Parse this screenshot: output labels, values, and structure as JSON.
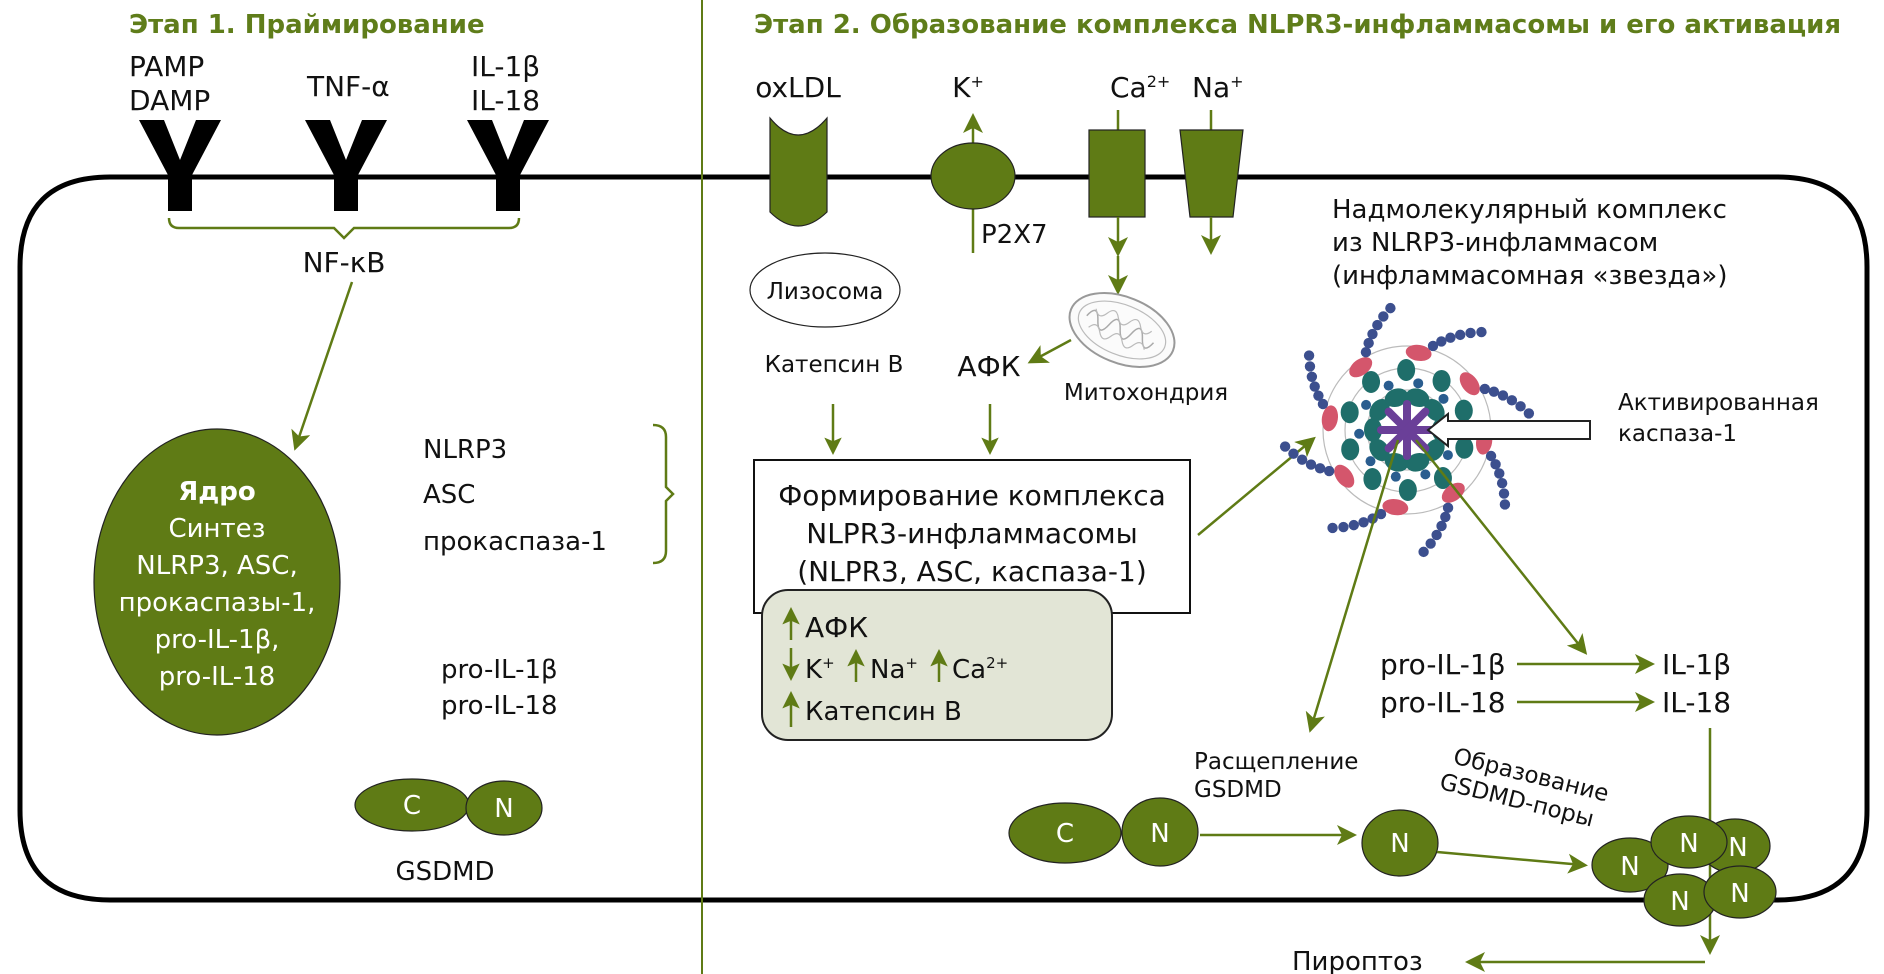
{
  "stage1": {
    "title": "Этап 1. Праймирование",
    "ligands": [
      {
        "lines": [
          "PAMP",
          "DAMP"
        ]
      },
      {
        "lines": [
          "TNF-α"
        ]
      },
      {
        "lines": [
          "IL-1β",
          "IL-18"
        ]
      }
    ],
    "receptor_glyph": "Y",
    "transcription_factor": "NF-κB",
    "nucleus": {
      "title": "Ядро",
      "lines": [
        "Синтез",
        "NLRP3, ASC,",
        "прокаспазы-1,",
        "pro-IL-1β,",
        "pro-IL-18"
      ]
    },
    "components": [
      "NLRP3",
      "ASC",
      "прокаспаза-1"
    ],
    "pro_cytokines": [
      "pro-IL-1β",
      "pro-IL-18"
    ],
    "gsdmd": {
      "c_label": "C",
      "n_label": "N",
      "name": "GSDMD"
    }
  },
  "stage2": {
    "title": "Этап 2. Образование комплекса NLPR3-инфламмасомы и его активация",
    "oxldl": "oxLDL",
    "k_ion": {
      "base": "K",
      "sup": "+"
    },
    "p2x7": "P2X7",
    "ca_ion": {
      "base": "Ca",
      "sup": "2+"
    },
    "na_ion": {
      "base": "Na",
      "sup": "+"
    },
    "lysosome": "Лизосома",
    "cathepsin": "Катепсин B",
    "ros": "АФК",
    "mitochondria": "Митохондрия",
    "complex_box": [
      "Формирование комплекса",
      "NLPR3-инфламмасомы",
      "(NLPR3, ASC, каспаза-1)"
    ],
    "summary_box": {
      "row1": {
        "dir": "up",
        "text": "АФК"
      },
      "row2": [
        {
          "dir": "down",
          "base": "K",
          "sup": "+"
        },
        {
          "dir": "up",
          "base": "Na",
          "sup": "+"
        },
        {
          "dir": "up",
          "base": "Ca",
          "sup": "2+"
        }
      ],
      "row3": {
        "dir": "up",
        "text": "Катепсин B"
      }
    },
    "supramolecular": [
      "Надмолекулярный комплекс",
      "из NLRP3-инфламмасом",
      "(инфламмасомная «звезда»)"
    ],
    "activated_caspase": [
      "Активированная",
      "каспаза-1"
    ],
    "conversions": [
      {
        "from": "pro-IL-1β",
        "to": "IL-1β"
      },
      {
        "from": "pro-IL-18",
        "to": "IL-18"
      }
    ],
    "cleavage_label": [
      "Расщепление",
      "GSDMD"
    ],
    "pore_label": [
      "Образование",
      "GSDMD-поры"
    ],
    "gsdmd": {
      "c_label": "C",
      "n_label": "N"
    },
    "pore_n_labels": [
      "N",
      "N",
      "N",
      "N",
      "N"
    ],
    "outcome": "Пироптоз"
  },
  "colors": {
    "accent_green": "#5f7b15",
    "title_green": "#5f7d1a",
    "summary_fill": "#e2e5d6",
    "star_blue": "#3c4f8e",
    "star_teal": "#1f6e6a",
    "star_pink": "#d4566c",
    "star_purple": "#6a3f98"
  }
}
